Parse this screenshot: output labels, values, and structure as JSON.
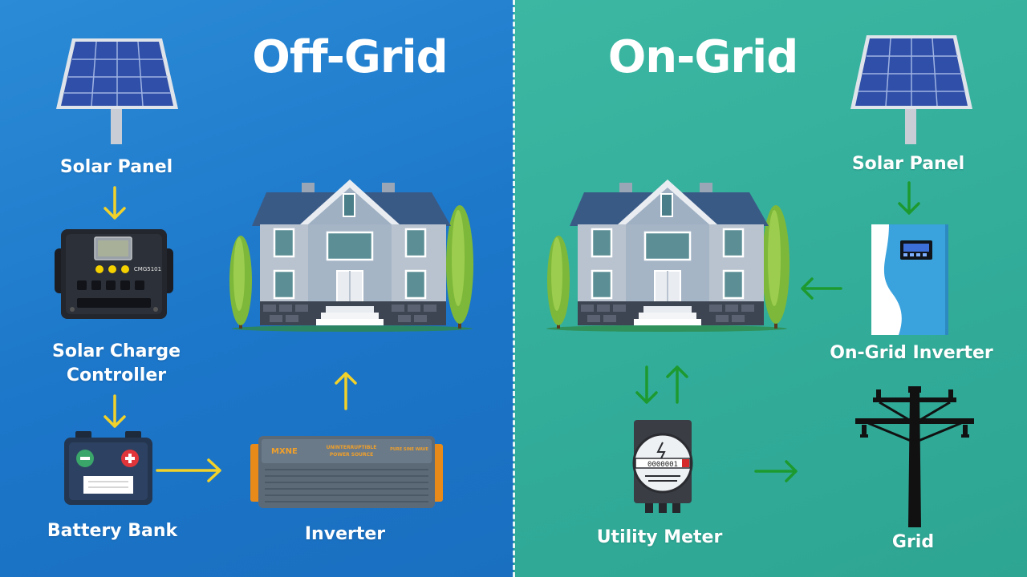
{
  "colors": {
    "off_grid_bg": "#1f7cd0",
    "on_grid_bg": "#35b09c",
    "off_grid_arrow": "#f2d22a",
    "on_grid_arrow": "#1d9a2f",
    "label_text": "#ffffff"
  },
  "off_grid": {
    "title": "Off-Grid",
    "components": {
      "solar_panel": "Solar Panel",
      "charge_controller_line1": "Solar Charge",
      "charge_controller_line2": "Controller",
      "battery_bank": "Battery Bank",
      "inverter": "Inverter"
    },
    "charge_controller_model": "CMG5101",
    "inverter_brand": "MXNE",
    "inverter_caption_line1": "UNINTERRUPTIBLE",
    "inverter_caption_line2": "POWER SOURCE",
    "inverter_caption_right": "PURE SINE WAVE"
  },
  "on_grid": {
    "title": "On-Grid",
    "components": {
      "solar_panel": "Solar Panel",
      "on_grid_inverter": "On-Grid Inverter",
      "utility_meter": "Utility Meter",
      "grid": "Grid"
    },
    "meter_reading": "0000001"
  },
  "icons": [
    "solar-panel-icon",
    "charge-controller-icon",
    "battery-icon",
    "inverter-icon",
    "house-icon",
    "grid-inverter-icon",
    "utility-meter-icon",
    "power-pole-icon",
    "arrow-icon"
  ]
}
